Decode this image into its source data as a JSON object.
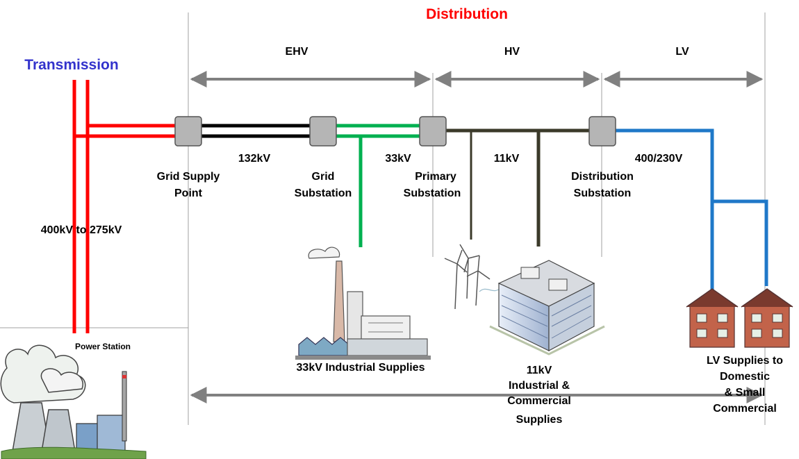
{
  "title": "Distribution",
  "transmission_label": "Transmission",
  "zones": {
    "ehv": "EHV",
    "hv": "HV",
    "lv": "LV"
  },
  "voltages": {
    "v132": "132kV",
    "v33": "33kV",
    "v11": "11kV",
    "v400_230": "400/230V",
    "transmission": "400kV to 275kV"
  },
  "nodes": {
    "grid_supply_point": [
      "Grid Supply",
      "Point"
    ],
    "grid_substation": [
      "Grid",
      "Substation"
    ],
    "primary_substation": [
      "Primary",
      "Substation"
    ],
    "distribution_substation": [
      "Distribution",
      "Substation"
    ]
  },
  "loads": {
    "power_station": "Power Station",
    "industrial_33": "33kV Industrial Supplies",
    "industrial_11": [
      "11kV",
      "Industrial &",
      "Commercial",
      "Supplies"
    ],
    "lv_supplies": [
      "LV Supplies to",
      "Domestic",
      "& Small",
      "Commercial"
    ]
  },
  "colors": {
    "distribution_title": "#ff0000",
    "transmission_title": "#3333cc",
    "transmission_line": "#ff0000",
    "line_132kv": "#000000",
    "line_33kv": "#00b050",
    "line_11kv": "#3b3a2a",
    "line_lv": "#1f78c8",
    "arrow": "#808080",
    "substation_box": "#b5b5b5"
  }
}
